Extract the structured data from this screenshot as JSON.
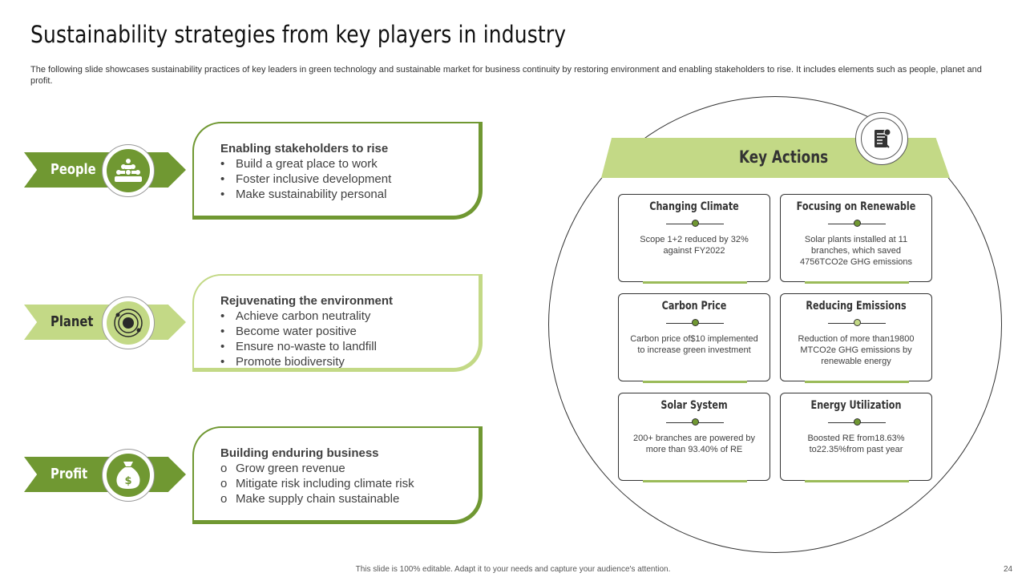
{
  "title": "Sustainability strategies from key players in industry",
  "subtitle": "The following slide showcases sustainability practices of key leaders in green technology and sustainable market for business continuity by restoring environment and enabling stakeholders to rise. It includes elements such as people, planet and profit.",
  "strategies": [
    {
      "label": "People",
      "icon": "people-group-icon",
      "heading": "Enabling stakeholders to rise",
      "bullet": "•",
      "items": [
        "Build a great place to work",
        "Foster inclusive development",
        "Make sustainability personal"
      ]
    },
    {
      "label": "Planet",
      "icon": "globe-orbit-icon",
      "heading": "Rejuvenating the environment",
      "bullet": "•",
      "items": [
        "Achieve carbon neutrality",
        "Become water positive",
        "Ensure no-waste to landfill",
        "Promote biodiversity"
      ]
    },
    {
      "label": "Profit",
      "icon": "money-bag-icon",
      "heading": "Building enduring business",
      "bullet": "o",
      "items": [
        "Grow green revenue",
        "Mitigate risk including climate risk",
        "Make supply chain sustainable"
      ]
    }
  ],
  "key_actions": {
    "title": "Key Actions",
    "icon": "document-icon",
    "cards": [
      {
        "title": "Changing Climate",
        "text": "Scope 1+2 reduced by 32% against FY2022"
      },
      {
        "title": "Focusing on Renewable",
        "text": "Solar plants installed at 11 branches, which saved 4756TCO2e GHG emissions"
      },
      {
        "title": "Carbon Price",
        "text": "Carbon price of$10 implemented to increase green investment"
      },
      {
        "title": "Reducing Emissions",
        "text": "Reduction of more than19800 MTCO2e GHG emissions by renewable energy"
      },
      {
        "title": "Solar System",
        "text": "200+ branches are powered by more than 93.40% of RE"
      },
      {
        "title": "Energy Utilization",
        "text": "Boosted RE from18.63% to22.35%from past year"
      }
    ]
  },
  "colors": {
    "dark_green": "#709832",
    "light_green": "#c3d986",
    "text": "#404040"
  },
  "footer": "This slide is 100% editable. Adapt it to your needs and capture your audience's attention.",
  "page_number": "24"
}
